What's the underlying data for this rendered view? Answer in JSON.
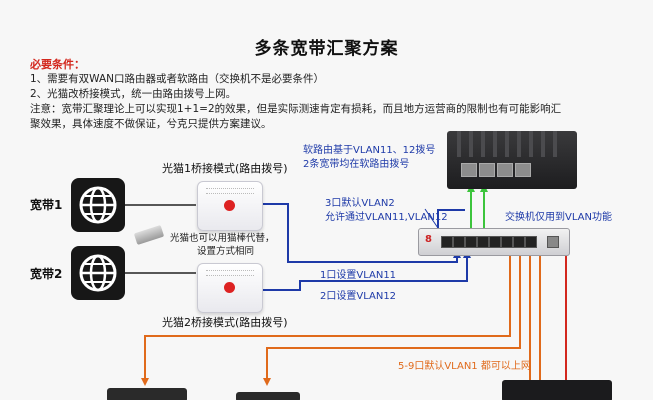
{
  "title": "多条宽带汇聚方案",
  "requirements": {
    "heading": "必要条件：",
    "line1": "1、需要有双WAN口路由器或者软路由（交换机不是必要条件）",
    "line2": "2、光猫改桥接模式，统一由路由拨号上网。",
    "note1": "注意：宽带汇聚理论上可以实现1+1=2的效果，但是实际测速肯定有损耗，而且地方运营商的限制也有可能影响汇",
    "note2": "聚效果，具体速度不做保证，兮克只提供方案建议。"
  },
  "broadband": {
    "b1": "宽带1",
    "b2": "宽带2"
  },
  "modems": {
    "m1_label": "光猫1桥接模式(路由拨号)",
    "m2_label": "光猫2桥接模式(路由拨号)",
    "stick_note1": "光猫也可以用猫棒代替，",
    "stick_note2": "设置方式相同"
  },
  "router": {
    "note1": "软路由基于VLAN11、12拨号",
    "note2": "2条宽带均在软路由拨号"
  },
  "switch": {
    "brand": "8",
    "label": "交换机仅用到VLAN功能",
    "port3_line1": "3口默认VLAN2",
    "port3_line2": "允许通过VLAN11,VLAN12",
    "port1": "1口设置VLAN11",
    "port2": "2口设置VLAN12",
    "ports_5_9": "5-9口默认VLAN1 都可以上网"
  },
  "colors": {
    "blue": "#1e3aa8",
    "orange": "#e06a1b",
    "green": "#3cc43c",
    "red": "#d3281e"
  },
  "icons": [
    "globe-icon",
    "modem-icon",
    "sfp-stick-icon",
    "router-icon",
    "switch-icon",
    "computer-icon"
  ]
}
